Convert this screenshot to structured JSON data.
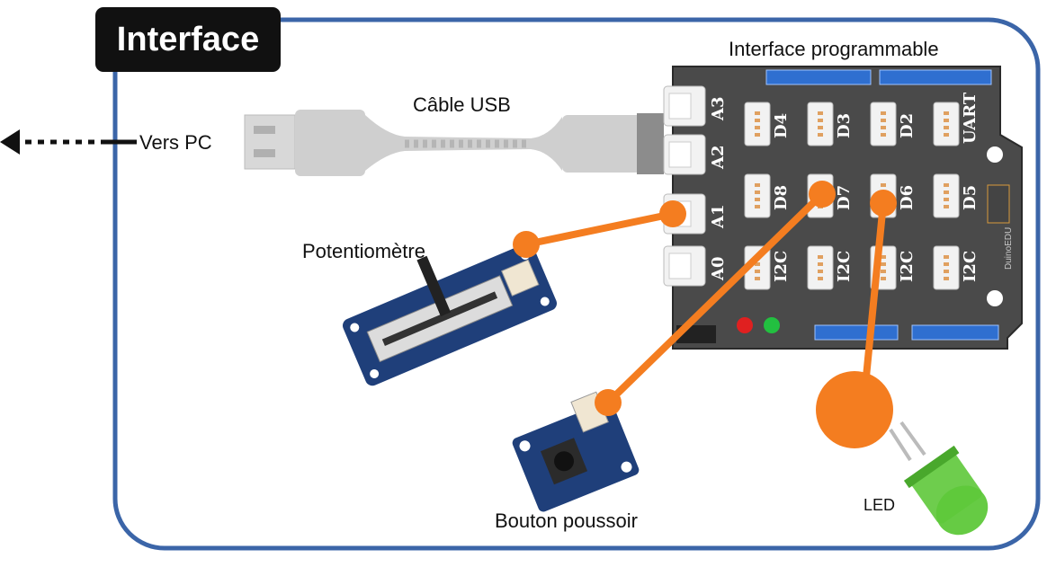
{
  "title": "Interface",
  "labels": {
    "board": "Interface programmable",
    "cable": "Câble USB",
    "pc": "Vers PC",
    "potentiometer": "Potentiomètre",
    "button": "Bouton poussoir",
    "led": "LED"
  },
  "ports": {
    "analog": [
      "A3",
      "A2",
      "A1",
      "A0"
    ],
    "row1": [
      "D4",
      "D3",
      "D2",
      "UART"
    ],
    "row2": [
      "D8",
      "D7",
      "D6",
      "D5"
    ],
    "row3": [
      "I2C",
      "I2C",
      "I2C",
      "I2C"
    ]
  },
  "board_brand": "DuinoEDU",
  "colors": {
    "frame": "#3b65a8",
    "wire": "#f47d20",
    "board": "#4a4a4a",
    "module": "#1f3f7a",
    "led": "#5ec83a",
    "cable": "#c9c9c9"
  },
  "connections": [
    {
      "from": "potentiometer",
      "to": "A1"
    },
    {
      "from": "button",
      "to": "D7"
    },
    {
      "from": "led",
      "to": "D6"
    }
  ]
}
